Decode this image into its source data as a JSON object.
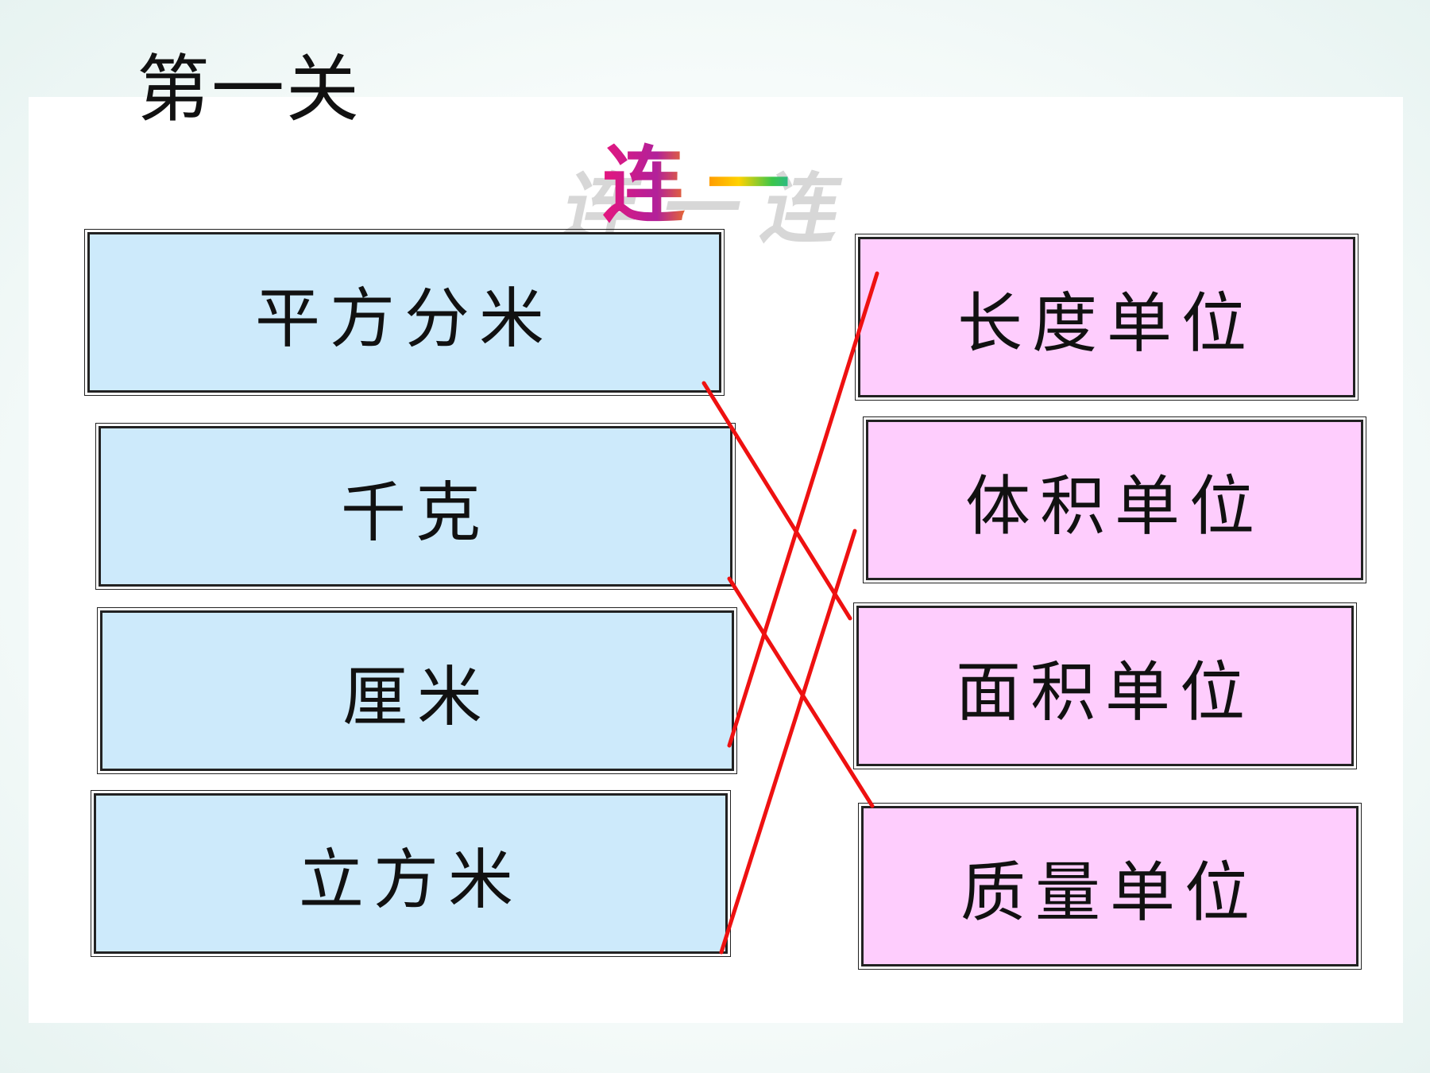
{
  "level_title": "第一关",
  "banner": {
    "text": "连一连"
  },
  "left_items": [
    {
      "label": "平方分米"
    },
    {
      "label": "千克"
    },
    {
      "label": "厘米"
    },
    {
      "label": "立方米"
    }
  ],
  "right_items": [
    {
      "label": "长度单位"
    },
    {
      "label": "体积单位"
    },
    {
      "label": "面积单位"
    },
    {
      "label": "质量单位"
    }
  ],
  "matches": [
    {
      "from": "平方分米",
      "to": "面积单位"
    },
    {
      "from": "千克",
      "to": "质量单位"
    },
    {
      "from": "厘米",
      "to": "长度单位"
    },
    {
      "from": "立方米",
      "to": "体积单位"
    }
  ],
  "colors": {
    "left_box_fill": "#cdeafb",
    "right_box_fill": "#fecdfd",
    "connector_line": "#ee1111"
  }
}
